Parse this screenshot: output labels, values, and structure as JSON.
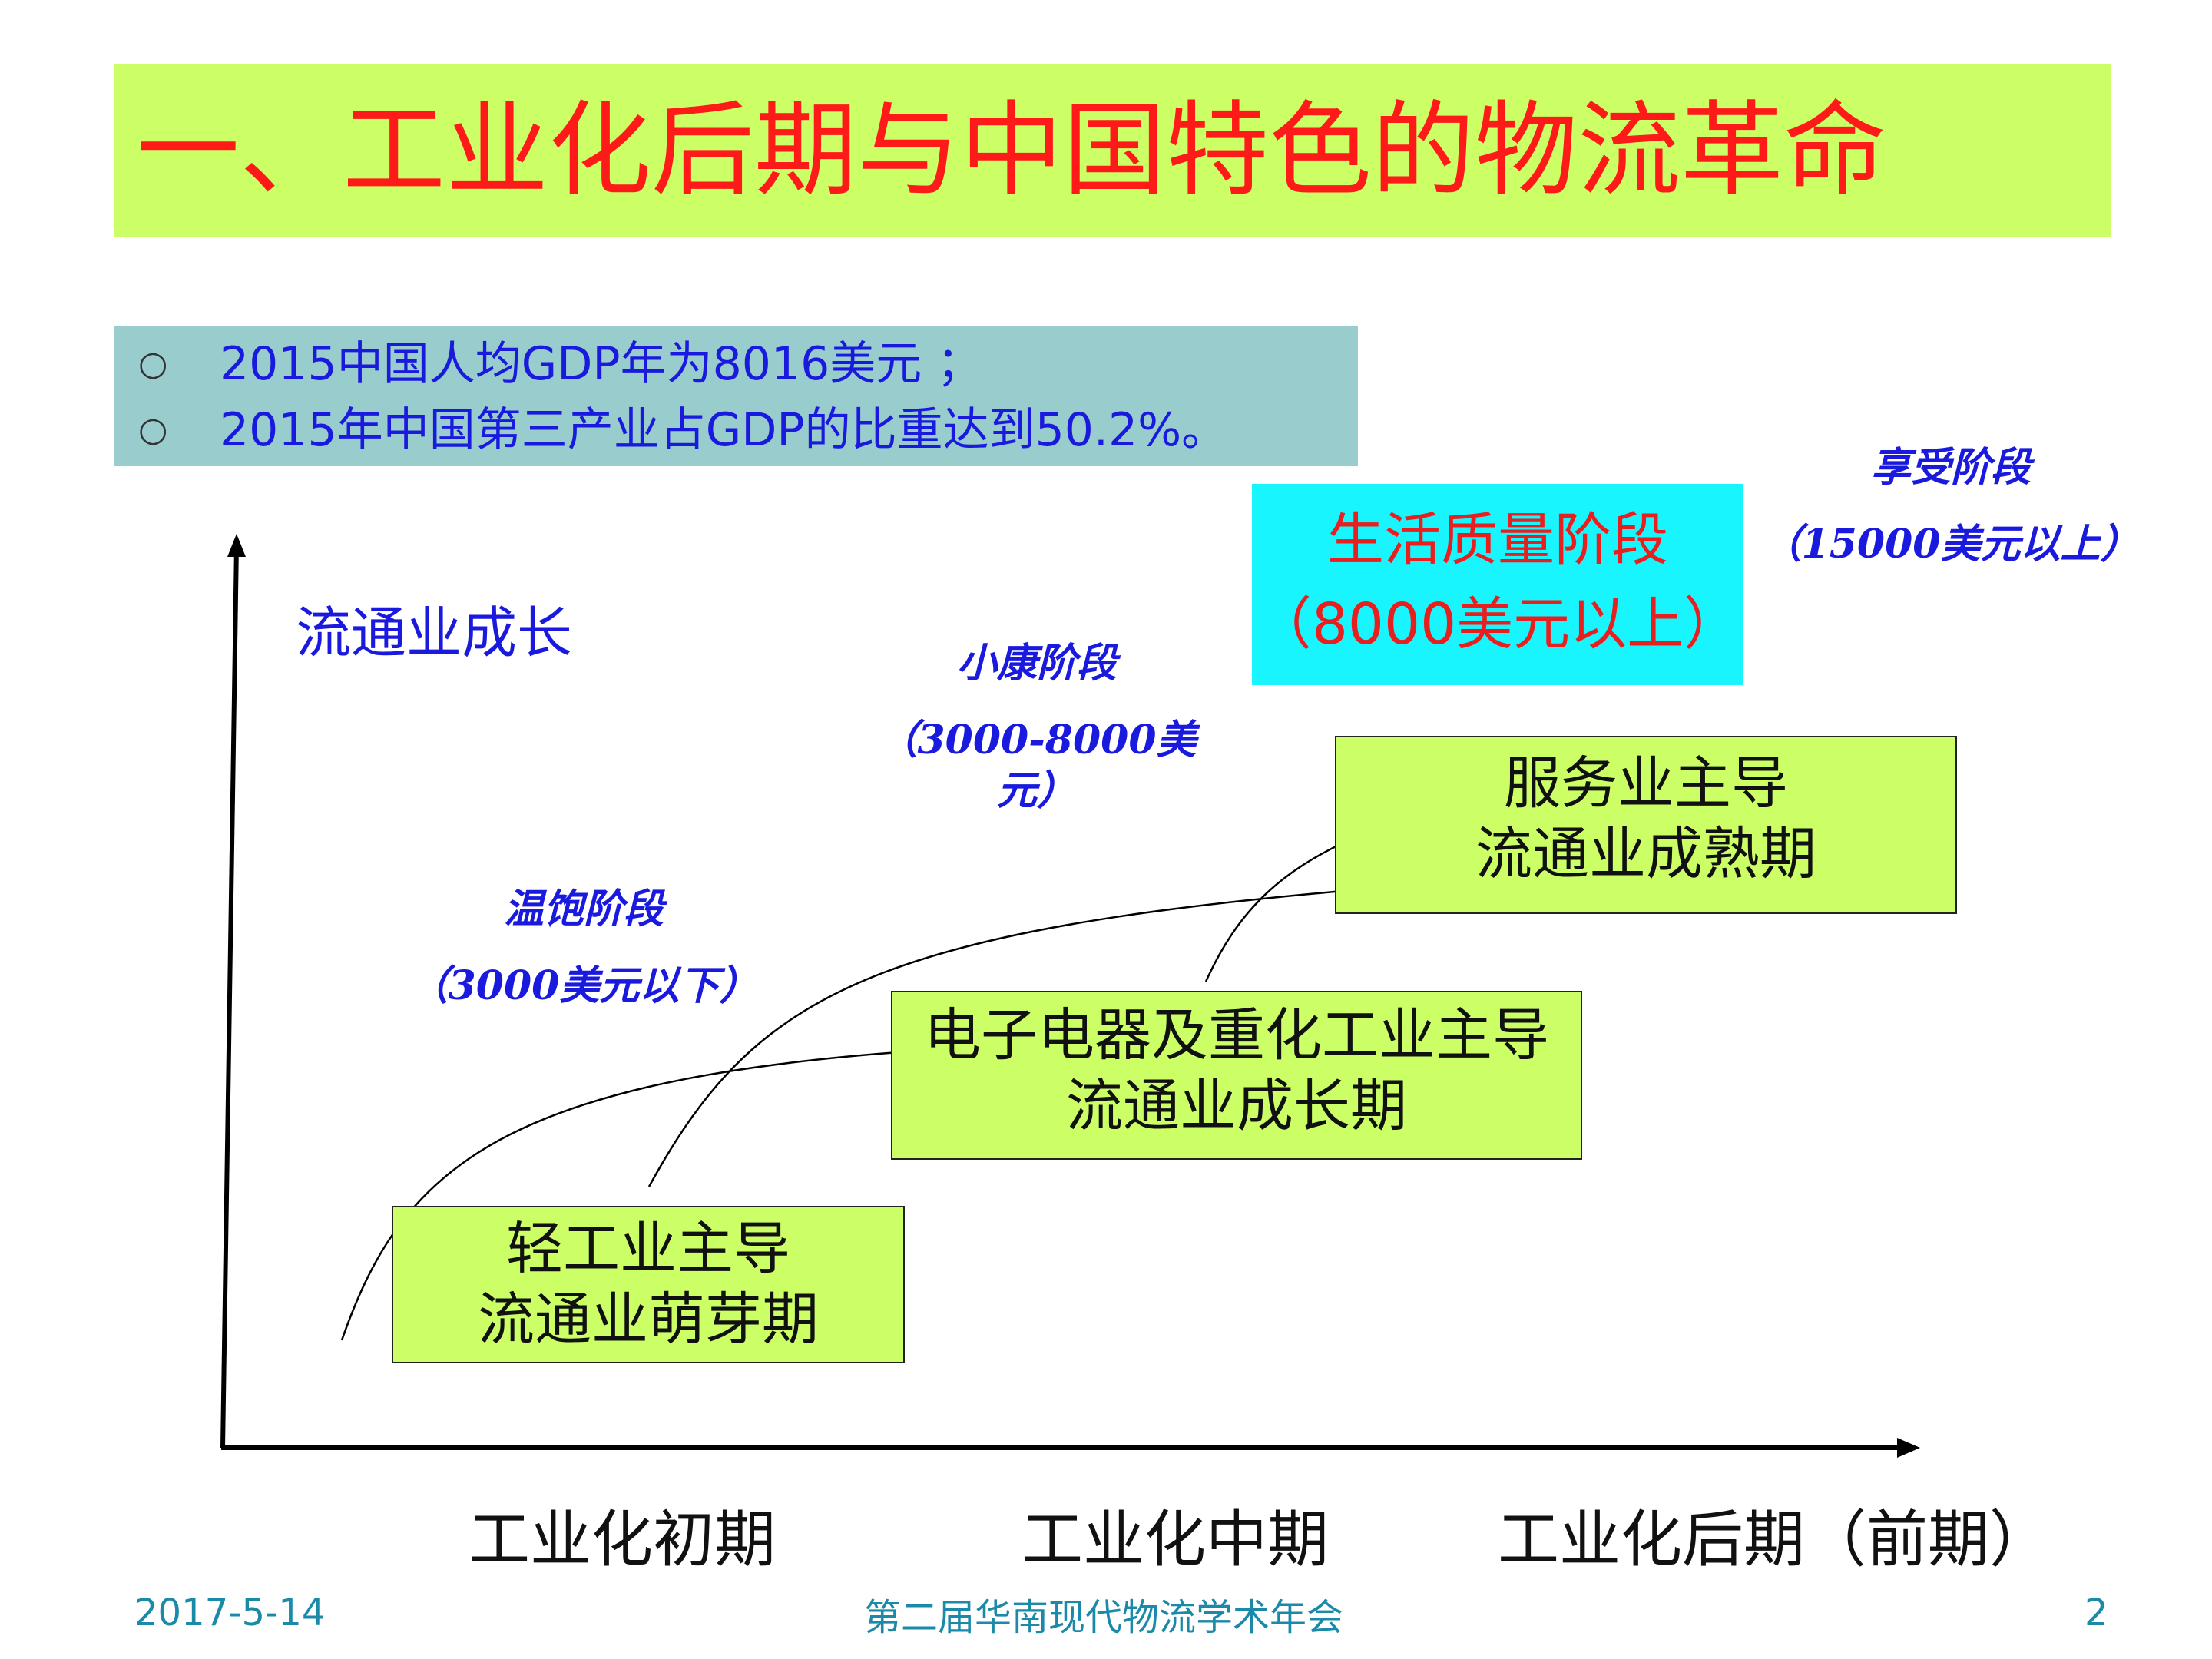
{
  "title": "一、工业化后期与中国特色的物流革命",
  "info": [
    {
      "bullet": "○",
      "text": "2015中国人均GDP年为8016美元 ；"
    },
    {
      "bullet": "○",
      "text": "2015年中国第三产业占GDP的比重达到50.2%。"
    }
  ],
  "y_axis_label": "流通业成长",
  "x_axis_labels": [
    "工业化初期",
    "工业化中期",
    "工业化后期（前期）"
  ],
  "stages": {
    "wenbao": {
      "name": "温饱阶段",
      "range": "（3000美元以下）"
    },
    "xiaokang": {
      "name": "小康阶段",
      "range_line1": "（3000-8000美",
      "range_line2": "元）"
    },
    "shenghuo": {
      "name": "生活质量阶段",
      "range": "（8000美元以上）"
    },
    "xiangshou": {
      "name": "享受阶段",
      "range": "（15000美元以上）"
    }
  },
  "boxes": {
    "light": {
      "line1": "轻工业主导",
      "line2": "流通业萌芽期"
    },
    "heavy": {
      "line1": "电子电器及重化工业主导",
      "line2": "流通业成长期"
    },
    "service": {
      "line1": "服务业主导",
      "line2": "流通业成熟期"
    }
  },
  "footer": {
    "date": "2017-5-14",
    "center": "第二届华南现代物流学术年会",
    "page": "2"
  },
  "colors": {
    "title_bg": "#ccff66",
    "title_text": "#ff1a1a",
    "info_bg": "#99cccc",
    "info_text": "#1a1adf",
    "box_bg": "#ccff66",
    "cyan_box": "#19f5ff",
    "footer_text": "#1a8aa8"
  }
}
